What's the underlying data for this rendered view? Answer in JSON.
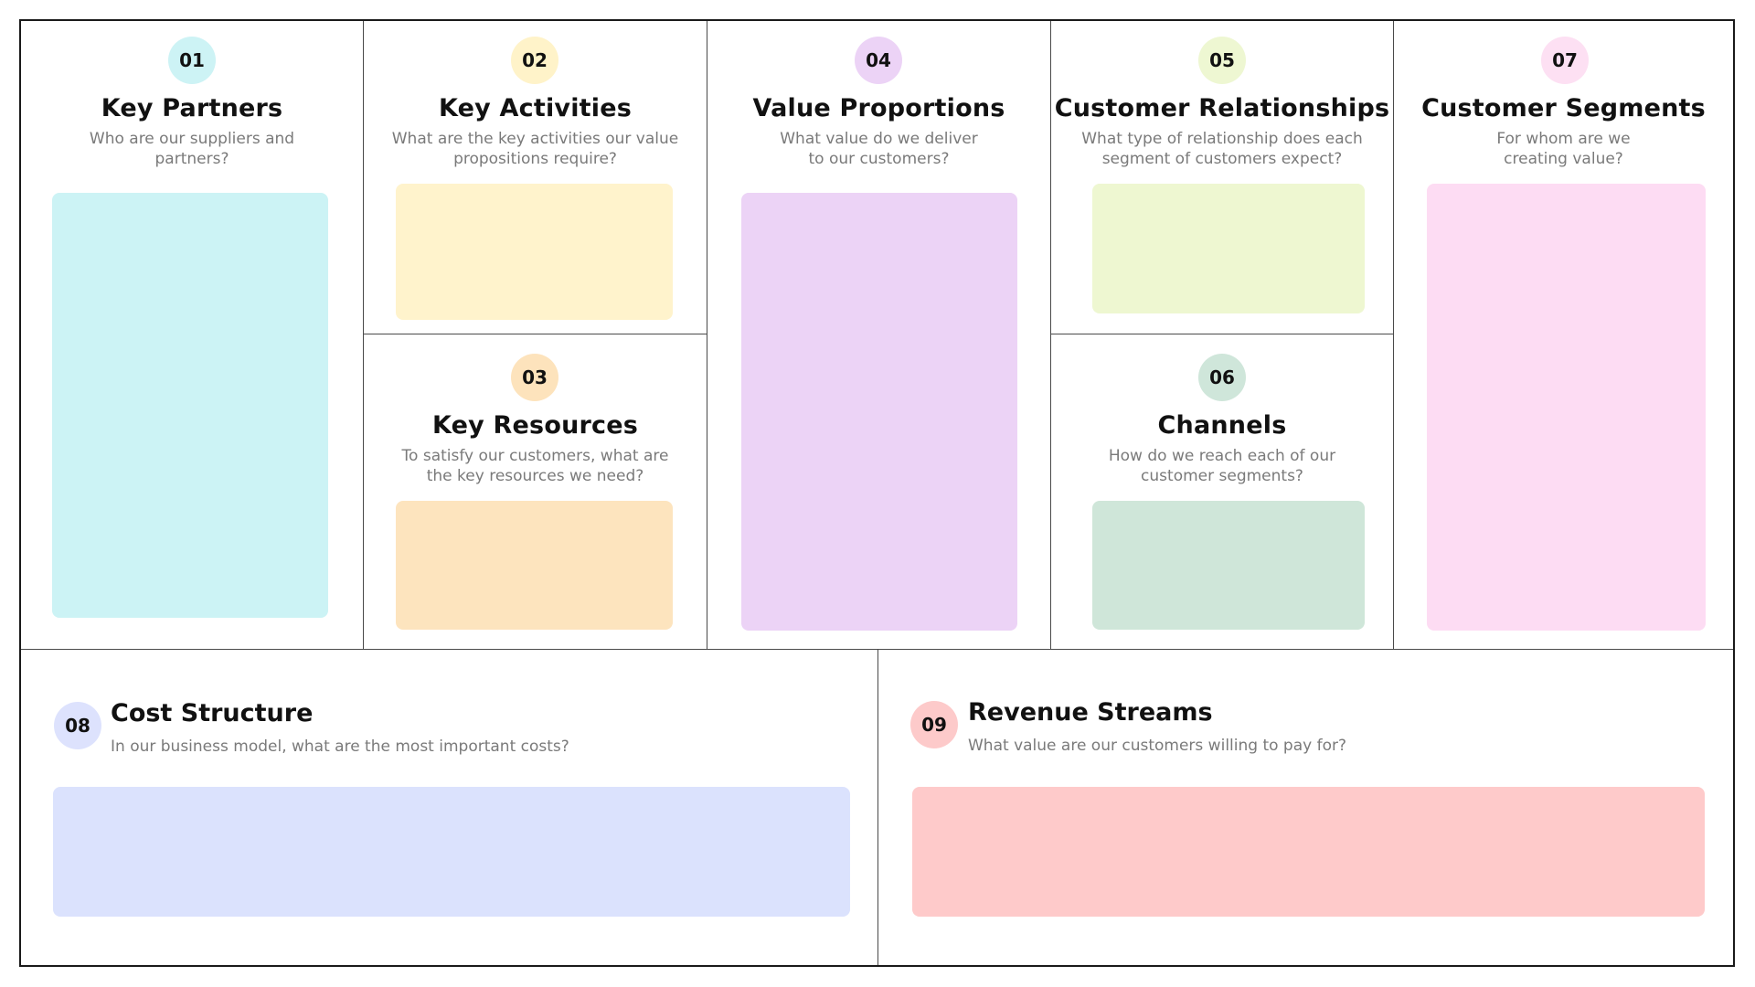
{
  "blocks": {
    "key_partners": {
      "number": "01",
      "title": "Key Partners",
      "question_line1": "Who are our suppliers and",
      "question_line2": "partners?",
      "badge_color": "#cdf3f5",
      "note_color": "#ccf3f5"
    },
    "key_activities": {
      "number": "02",
      "title": "Key Activities",
      "question_line1": "What are the key activities our value",
      "question_line2": "propositions require?",
      "badge_color": "#fff3c9",
      "note_color": "#fff3cc"
    },
    "key_resources": {
      "number": "03",
      "title": "Key Resources",
      "question_line1": "To satisfy our customers, what are",
      "question_line2": "the key resources we need?",
      "badge_color": "#fde3bc",
      "note_color": "#fde4be"
    },
    "value_proportions": {
      "number": "04",
      "title": "Value Proportions",
      "question_line1": "What value do we deliver",
      "question_line2": "to our customers?",
      "badge_color": "#ecd3f6",
      "note_color": "#ecd3f6"
    },
    "customer_relationships": {
      "number": "05",
      "title": "Customer Relationships",
      "question_line1": "What type of relationship does each",
      "question_line2": "segment of customers expect?",
      "badge_color": "#eef7d2",
      "note_color": "#eef7d1"
    },
    "channels": {
      "number": "06",
      "title": "Channels",
      "question_line1": "How do we reach each of our",
      "question_line2": "customer segments?",
      "badge_color": "#cfe6da",
      "note_color": "#cfe6d9"
    },
    "customer_segments": {
      "number": "07",
      "title": "Customer Segments",
      "question_line1": "For whom are we",
      "question_line2": "creating value?",
      "badge_color": "#fde0f3",
      "note_color": "#fddcf3"
    },
    "cost_structure": {
      "number": "08",
      "title": "Cost Structure",
      "question": "In our business model, what are the most important costs?",
      "badge_color": "#dde2fd",
      "note_color": "#dbe2fd"
    },
    "revenue_streams": {
      "number": "09",
      "title": "Revenue Streams",
      "question": "What value are our customers willing to pay for?",
      "badge_color": "#fdcaca",
      "note_color": "#fecaca"
    }
  }
}
